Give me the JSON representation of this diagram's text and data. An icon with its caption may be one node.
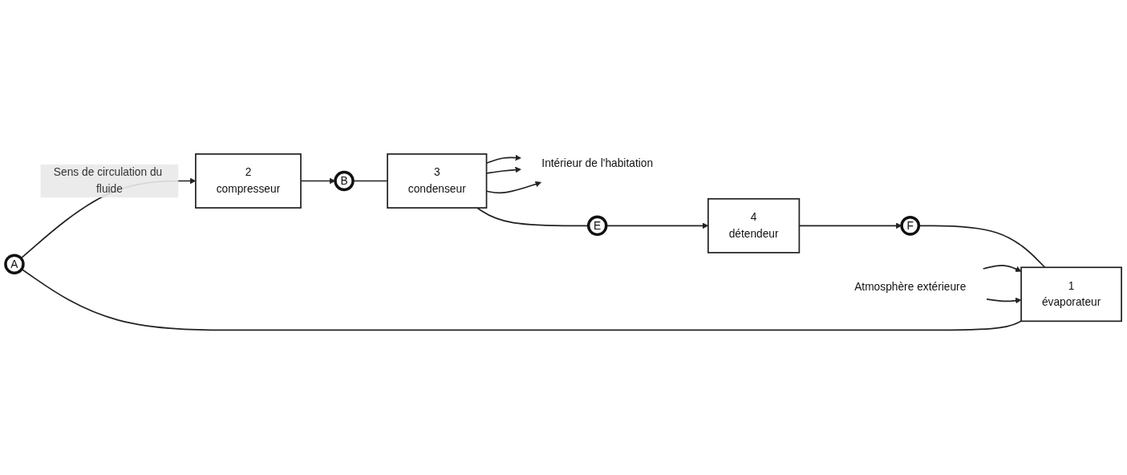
{
  "diagram": {
    "nodes": [
      {
        "text": [
          "A"
        ]
      },
      {
        "text": [
          "2",
          "compresseur"
        ]
      },
      {
        "text": [
          "B"
        ]
      },
      {
        "text": [
          "1",
          "évaporateur"
        ]
      },
      {
        "text": [
          "3",
          "condenseur"
        ]
      },
      {
        "text": [
          "Atmosphère extérieure"
        ]
      },
      {
        "text": [
          "Intérieur de l'habitation"
        ]
      },
      {
        "text": [
          "F"
        ]
      },
      {
        "text": [
          "4",
          "détendeur"
        ]
      },
      {
        "text": [
          "E"
        ]
      }
    ],
    "edges": [
      {
        "from": 0,
        "to": 1,
        "arrow": "to",
        "label": "Sens de circulation du fluide"
      },
      {
        "from": 1,
        "to": 2,
        "arrow": "to"
      },
      {
        "from": 2,
        "to": 4,
        "arrow": "none"
      },
      {
        "from": 4,
        "to": 9,
        "arrow": "none"
      },
      {
        "from": 9,
        "to": 8,
        "arrow": "to"
      },
      {
        "from": 8,
        "to": 7,
        "arrow": "to"
      },
      {
        "from": 7,
        "to": 3,
        "arrow": "none"
      },
      {
        "from": 3,
        "to": 0,
        "arrow": "none"
      },
      {
        "from": 5,
        "to": 3,
        "arrow": "to"
      },
      {
        "from": 5,
        "to": 3,
        "arrow": "to"
      },
      {
        "from": 4,
        "to": 6,
        "arrow": "to"
      },
      {
        "from": 4,
        "to": 6,
        "arrow": "to"
      },
      {
        "from": 4,
        "to": 6,
        "arrow": "to"
      }
    ]
  }
}
